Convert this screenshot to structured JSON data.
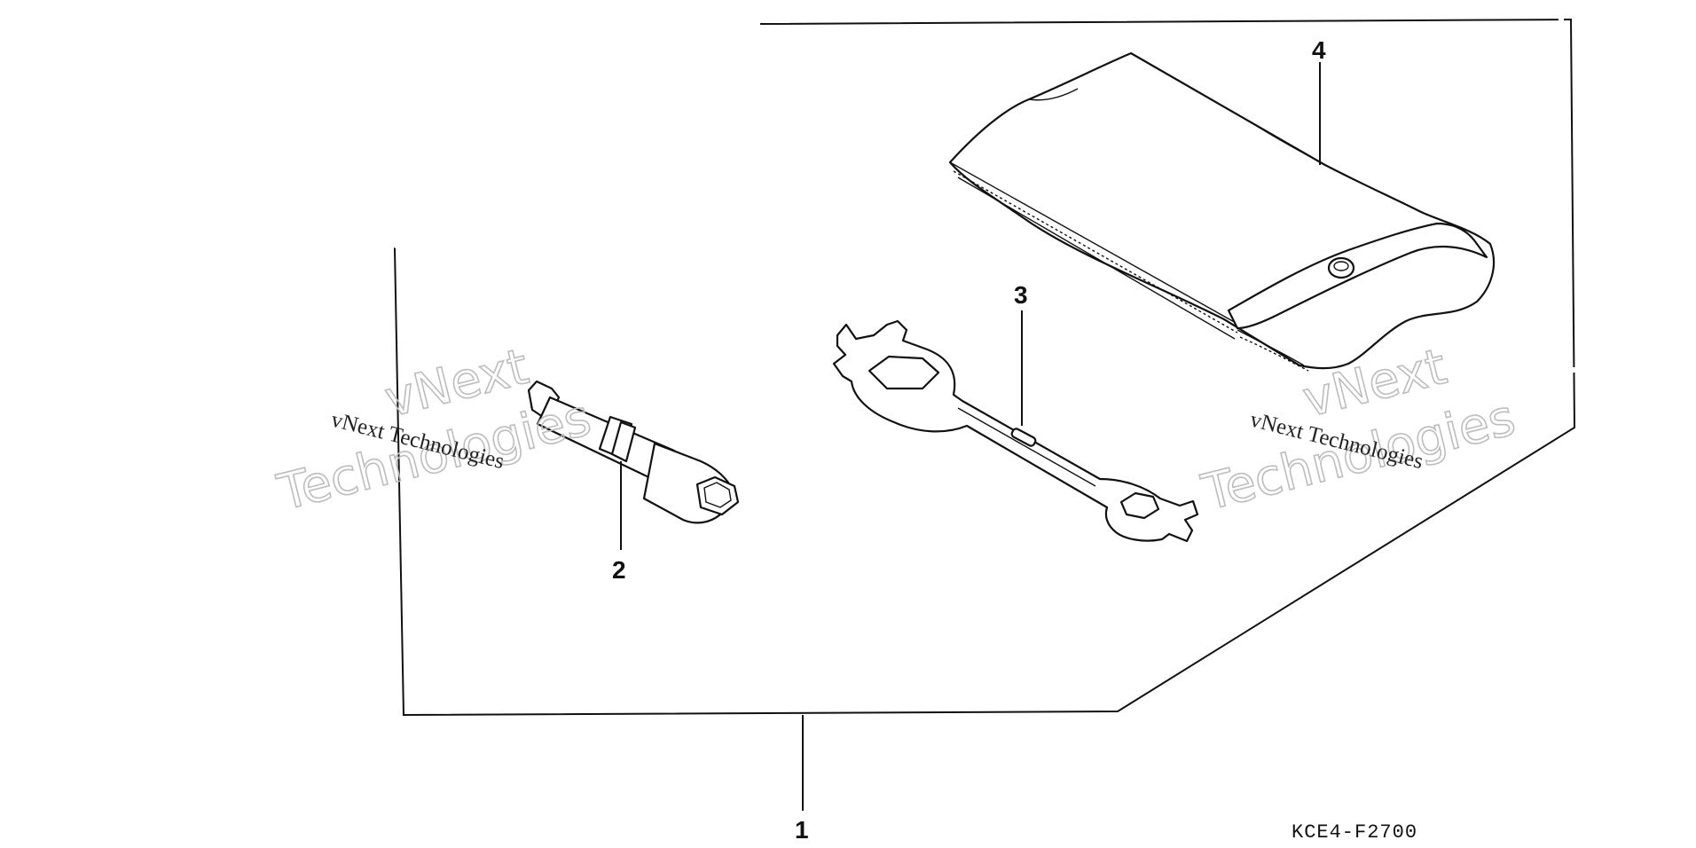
{
  "diagram": {
    "drawing_code": "KCE4-F2700",
    "callouts": [
      {
        "id": "1",
        "label": "1"
      },
      {
        "id": "2",
        "label": "2"
      },
      {
        "id": "3",
        "label": "3"
      },
      {
        "id": "4",
        "label": "4"
      }
    ],
    "watermarks": {
      "small": "vNext Technologies",
      "big_line1": "vNext",
      "big_line2": "Technologies"
    }
  }
}
